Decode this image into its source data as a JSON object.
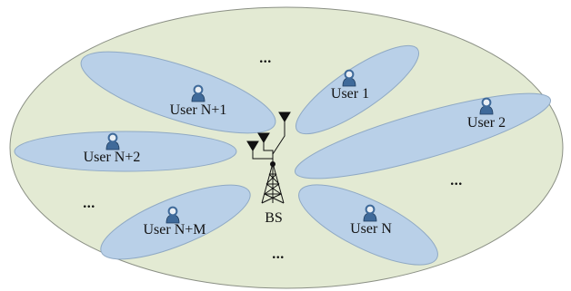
{
  "colors": {
    "cell_fill": "#e3ead3",
    "cell_stroke": "#8a8f84",
    "beam_fill": "#b9d0e8",
    "beam_stroke": "#8fa9c4",
    "user_icon": "#3f6a9a",
    "ink": "#111111"
  },
  "base_station": {
    "label": "BS",
    "icon": "antenna-tower-icon"
  },
  "user_icon": "user-icon",
  "users": [
    {
      "label": "User 1"
    },
    {
      "label": "User 2"
    },
    {
      "label": "User N"
    },
    {
      "label": "User N+1"
    },
    {
      "label": "User N+2"
    },
    {
      "label": "User N+M"
    }
  ],
  "ellipsis": "..."
}
